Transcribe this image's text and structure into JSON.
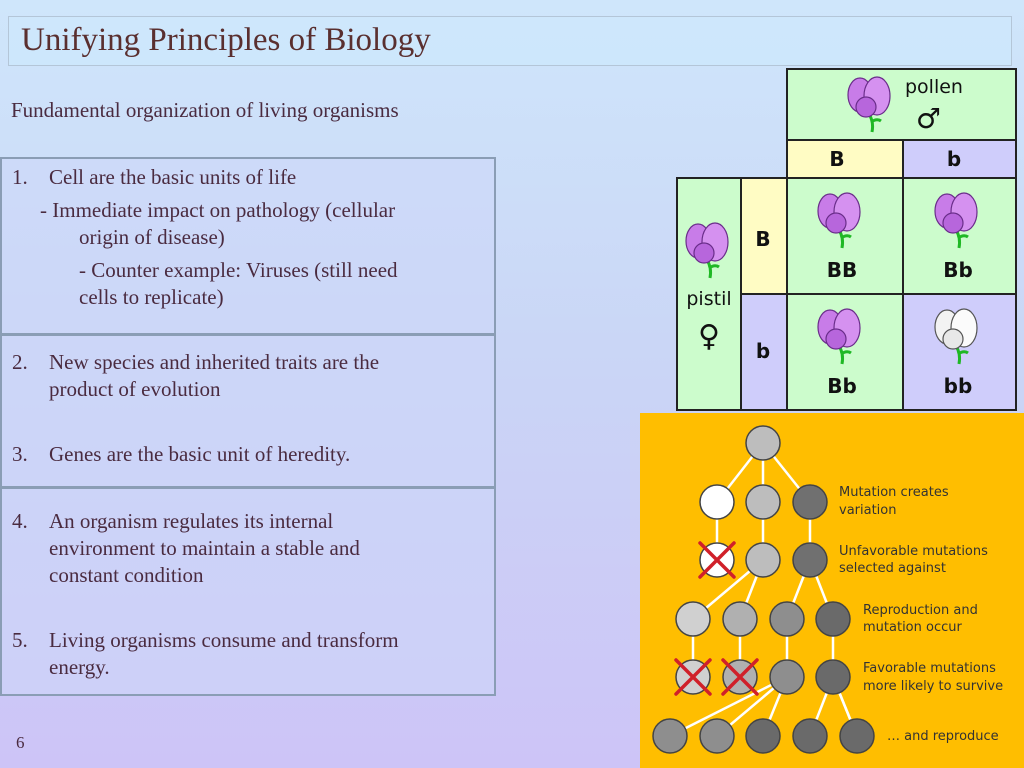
{
  "slide": {
    "title": "Unifying Principles of Biology",
    "subtitle": "Fundamental organization of living organisms",
    "page_number": "6"
  },
  "list": {
    "item1": {
      "num": "1.",
      "text": "Cell are the basic units of life"
    },
    "sub1": {
      "line1": "- Immediate impact on pathology (cellular",
      "line2": "origin of disease)"
    },
    "sub2": {
      "line1": "- Counter example: Viruses (still need",
      "line2": "cells to replicate)"
    },
    "item2": {
      "num": "2.",
      "line1": "New species and inherited traits are the",
      "line2": "product of evolution"
    },
    "item3": {
      "num": "3.",
      "text": "Genes are the basic unit of heredity."
    },
    "item4": {
      "num": "4.",
      "line1": "An organism regulates its internal",
      "line2": "environment to maintain a stable and",
      "line3": "constant condition"
    },
    "item5": {
      "num": "5.",
      "line1": "Living organisms consume and transform",
      "line2": "energy."
    }
  },
  "punnett": {
    "pollen_label": "pollen",
    "male_symbol": "♂",
    "pistil_label": "pistil",
    "female_symbol": "♀",
    "col_alleles": [
      "B",
      "b"
    ],
    "row_alleles": [
      "B",
      "b"
    ],
    "cells": [
      "BB",
      "Bb",
      "Bb",
      "bb"
    ],
    "colors": {
      "green": "#ccfccc",
      "yellow": "#fffcc4",
      "lavender": "#cfcdfb",
      "flower_purple": "#c87ce8",
      "stem": "#1fb825"
    }
  },
  "evolution": {
    "background": "#ffbe00",
    "labels": {
      "l1a": "Mutation creates",
      "l1b": "variation",
      "l2a": "Unfavorable mutations",
      "l2b": "selected against",
      "l3a": "Reproduction and",
      "l3b": "mutation occur",
      "l4a": "Favorable mutations",
      "l4b": "more likely to survive",
      "l5": "… and reproduce"
    }
  }
}
